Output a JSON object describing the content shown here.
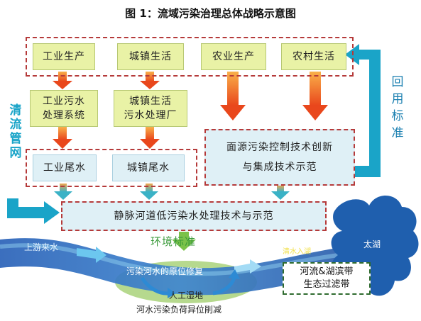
{
  "title": "图 1：流域污染治理总体战略示意图",
  "sources": {
    "industrial": "工业生产",
    "urban": "城镇生活",
    "agricultural": "农业生产",
    "rural": "农村生活"
  },
  "treatment": {
    "industrial_line1": "工业污水",
    "industrial_line2": "处理系统",
    "urban_line1": "城镇生活",
    "urban_line2": "污水处理厂"
  },
  "effluent": {
    "industrial": "工业尾水",
    "urban": "城镇尾水"
  },
  "nonpoint": {
    "line1": "面源污染控制技术创新",
    "line2": "与集成技术示范"
  },
  "venous": "静脉河道低污染水处理技术与示范",
  "left_side": [
    "清",
    "流",
    "管",
    "网"
  ],
  "right_side": [
    "回",
    "用",
    "标",
    "准"
  ],
  "env_standard": "环境标准",
  "upstream": "上游来水",
  "river_repair": "污染河水的原位修复",
  "wetland": "人工湿地",
  "reduction": "河水污染负荷异位削减",
  "lake": "太湖",
  "inflow_label": "清水入湖",
  "filter_line1": "河流&湖滨带",
  "filter_line2": "生态过滤带",
  "colors": {
    "dash_red": "#b53a3a",
    "green_box": "#e9f2a6",
    "blue_box": "#dff0f6",
    "teal": "#1aa4c8",
    "lake_blue": "#1f5fae"
  }
}
